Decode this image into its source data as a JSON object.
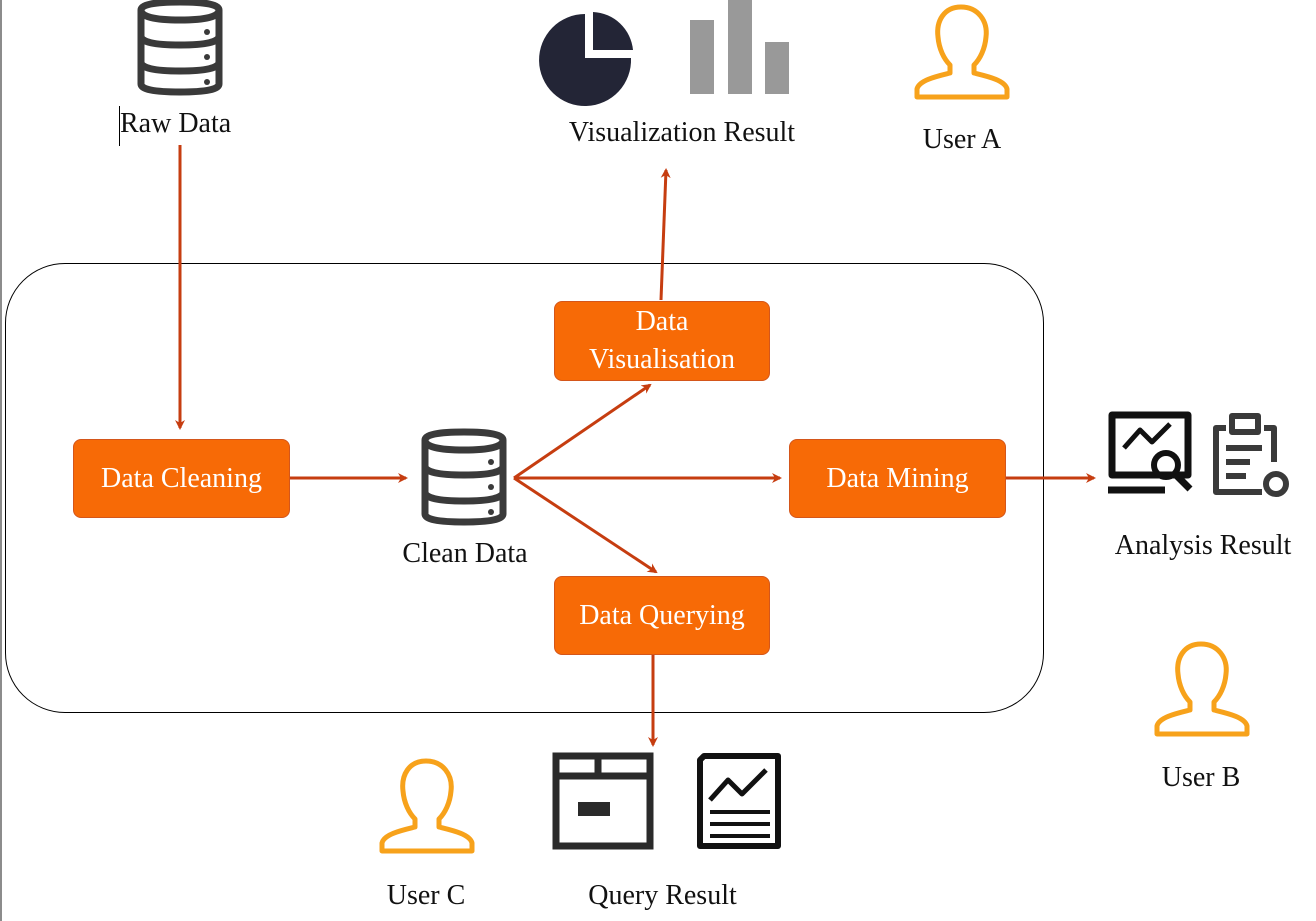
{
  "nodes": {
    "raw_data": "Raw Data",
    "data_cleaning": "Data Cleaning",
    "clean_data": "Clean Data",
    "data_visualisation_line1": "Data",
    "data_visualisation_line2": "Visualisation",
    "data_mining": "Data Mining",
    "data_querying": "Data Querying",
    "visualization_result": "Visualization Result",
    "analysis_result": "Analysis Result",
    "query_result": "Query Result"
  },
  "users": {
    "user_a": "User A",
    "user_b": "User B",
    "user_c": "User C"
  },
  "icons": {
    "raw_data": "database-icon",
    "clean_data": "database-icon",
    "visualization_pie": "pie-chart-icon",
    "visualization_bar": "bar-chart-icon",
    "analysis_monitor": "monitor-search-icon",
    "analysis_clipboard": "clipboard-icon",
    "query_table": "table-window-icon",
    "query_report": "report-chart-icon",
    "users": "user-icon"
  },
  "colors": {
    "process_fill": "#f76a06",
    "arrow": "#c63d10",
    "user_icon": "#f7a21b",
    "icon_dark": "#3a3a3a",
    "pie": "#232536",
    "bar": "#999999"
  }
}
